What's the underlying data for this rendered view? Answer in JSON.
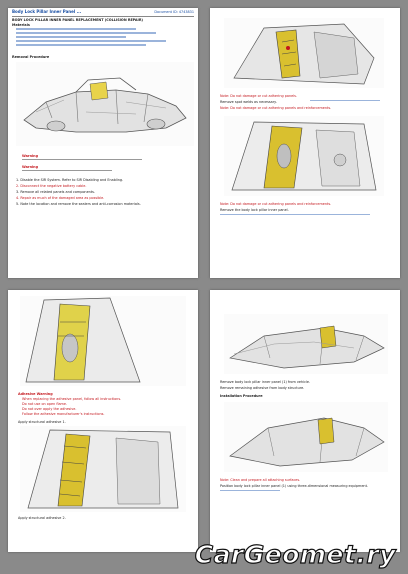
{
  "page1": {
    "header_left": "Body Lock Pillar Inner Panel ...",
    "header_right": "Document ID: 4743831",
    "section_title": "BODY LOCK PILLAR INNER PANEL REPLACEMENT (COLLISION REPAIR)",
    "materials_label": "Materials",
    "removal_label": "Removal Procedure",
    "warning_label": "Warning",
    "note_lines": [
      "1.  Disable the SIR System. Refer to SIR Disabling and Enabling.",
      "2.  Disconnect the negative battery cable.",
      "3.  Remove all related panels and components.",
      "4.  Repair as much of the damaged area as possible.",
      "5.  Note the location and remove the sealers and anti-corrosion materials."
    ]
  },
  "page2": {
    "note_a": "Note: Do not damage or cut adhering panels.",
    "note_b": "Note: Do not damage or cut adhering panels and reinforcements.",
    "step_a": "Remove spot welds as necessary.",
    "step_b": "Remove the body lock pillar inner panel."
  },
  "page3": {
    "warning_head": "Adhesive Warning",
    "warning_lines": [
      "When replacing the adhesive panel, follow all instructions.",
      "Do not use on open flame.",
      "Do not over apply the adhesive.",
      "Follow the adhesive manufacturer's instructions."
    ],
    "step_a": "Apply structural adhesive 1.",
    "step_b": "Apply structural adhesive 2."
  },
  "page4": {
    "step_a": "Remove body lock pillar inner panel (1) from vehicle.",
    "step_b": "Remove remaining adhesive from body structure.",
    "install_label": "Installation Procedure",
    "note_a": "Note: Clean and prepare all attaching surfaces.",
    "step_c": "Position body lock pillar inner panel (1) using three-dimensional measuring equipment."
  },
  "watermark": "CarGeomet.ry"
}
